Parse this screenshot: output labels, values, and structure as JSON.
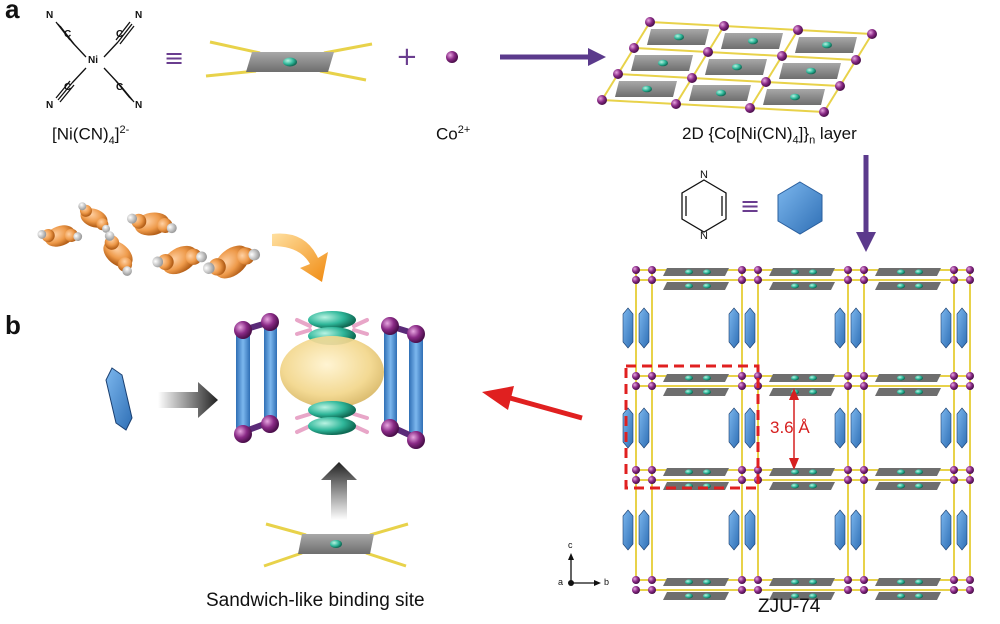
{
  "panels": {
    "a": "a",
    "b": "b"
  },
  "labels": {
    "ni_complex": "[Ni(CN)4]2-",
    "cobalt_ion": "Co2+",
    "layer": "2D {Co[Ni(CN)4]}n layer",
    "framework": "ZJU-74",
    "binding_site": "Sandwich-like binding site",
    "distance": "3.6 Å"
  },
  "label_parts": {
    "ni_base": "[Ni(CN)",
    "ni_sub": "4",
    "ni_close": "]",
    "ni_sup": "2-",
    "co_base": "Co",
    "co_sup": "2+",
    "layer_a": "2D {Co[Ni(CN)",
    "layer_sub4": "4",
    "layer_b": "]}",
    "layer_subn": "n",
    "layer_c": " layer"
  },
  "structure_atoms": {
    "N": "N",
    "C": "C",
    "Ni": "Ni",
    "pyrazine_N": "N"
  },
  "symbols": {
    "equiv": "≡",
    "plus": "+"
  },
  "axes": {
    "a": "a",
    "b": "b",
    "c": "c"
  },
  "colors": {
    "plate": "#8d8d8d",
    "bond": "#e8d24a",
    "cobalt": "#8a2a86",
    "nickel": "#2fb79a",
    "pyrazine": "#4a8fd1",
    "arrow_purple": "#5b3a8c",
    "arrow_red": "#e02020",
    "gas": "#ee9a4a",
    "cloud": "#f2d68a"
  },
  "icons": [
    "reaction-arrow",
    "curved-arrow",
    "red-arrow",
    "block-arrow",
    "axis-triad"
  ]
}
